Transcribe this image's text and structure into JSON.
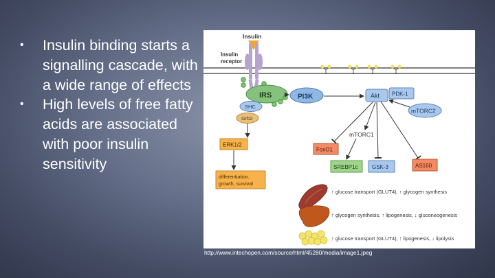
{
  "bullets": [
    "Insulin binding starts a signalling cascade, with a wide range of effects",
    "High levels of free fatty acids are associated with poor insulin sensitivity"
  ],
  "bullet_glyph": "•",
  "caption": "http://www.intechopen.com/source/html/45280/media/image1.jpeg",
  "diagram": {
    "insulin": "Insulin",
    "receptor_line1": "Insulin",
    "receptor_line2": "receptor",
    "irs": "IRS",
    "pi3k": "PI3K",
    "akt": "Akt",
    "pdk1": "PDK-1",
    "shc": "SHC",
    "grb2": "Grb2",
    "mtorc2": "mTORC2",
    "mtorc1": "mTORC1",
    "erk": "ERK1/2",
    "foxo1": "FoxO1",
    "srebp": "SREBP1c",
    "gsk3": "GSK-3",
    "as160": "AS160",
    "outcome_line1": "differentiation,",
    "outcome_line2": "growth, survival",
    "muscle_effect": "↑ glucose transport (GLUT4), ↑ glycogen synthesis",
    "liver_effect": "↑ glycogen synthesis, ↑ lipogenesis, ↓ gluconeogenesis",
    "fat_effect": "↑ glucose transport (GLUT4), ↑ lipogenesis, ↓ lipolysis"
  },
  "colors": {
    "slide_text": "#ffffff",
    "node_blue": "#a9c8ec",
    "node_blue_stroke": "#5e86b8",
    "irs_green": "#86c27d",
    "pi3k_blue": "#8fb8e4",
    "red_node": "#f28a63",
    "green_node": "#9fd48b",
    "outcome_orange": "#f7b24c",
    "receptor_purple": "#b6a3cf",
    "insulin_orange": "#f5a623",
    "phospho_green": "#7cc76a",
    "phospho_yellow": "#f2e14a",
    "muscle_red": "#9c3b2e",
    "liver_brown": "#c0581e",
    "fat_yellow": "#f5e467"
  }
}
